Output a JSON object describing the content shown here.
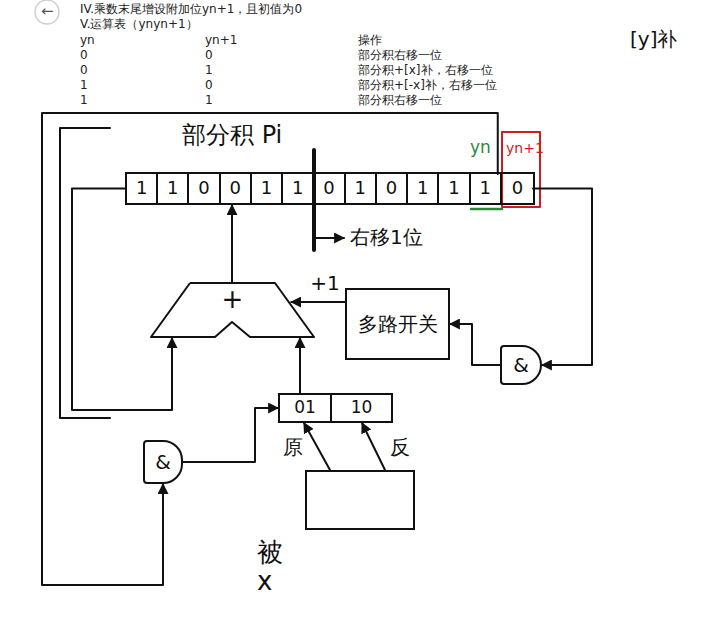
{
  "diagram": {
    "nodes": [
      {
        "text": [
          "部分积 Pi"
        ]
      },
      {
        "text": [
          "1"
        ],
        "in": 0
      },
      {
        "text": [
          "1"
        ],
        "in": 0
      },
      {
        "text": [
          "0"
        ],
        "in": 0
      },
      {
        "text": [
          "0"
        ],
        "in": 0
      },
      {
        "text": [
          "1"
        ],
        "in": 0
      },
      {
        "text": [
          "1"
        ],
        "in": 0
      },
      {
        "text": [
          "0"
        ],
        "in": 0
      },
      {
        "text": [
          "1"
        ],
        "in": 0
      },
      {
        "text": [
          "0"
        ],
        "in": 0
      },
      {
        "text": [
          "1"
        ],
        "in": 0
      },
      {
        "text": [
          "1"
        ],
        "in": 0
      },
      {
        "text": [
          "1"
        ],
        "in": 0
      },
      {
        "text": [
          "0"
        ],
        "in": 0
      },
      {
        "text": [
          "+"
        ]
      },
      {
        "text": [
          "多路开关"
        ]
      },
      {
        "text": [
          "01",
          "10"
        ]
      },
      {
        "text": [
          "被 x"
        ]
      },
      {
        "text": [
          "&"
        ]
      },
      {
        "text": [
          "&"
        ]
      }
    ],
    "edges": [
      {
        "from": 14,
        "to": 0,
        "arrow": "to"
      },
      {
        "from": 16,
        "to": 14,
        "arrow": "to"
      },
      {
        "from": 15,
        "to": 14,
        "label": "+1",
        "arrow": "to"
      },
      {
        "from": 17,
        "to": 16,
        "label": "原",
        "arrow": "to"
      },
      {
        "from": 17,
        "to": 16,
        "label": "反",
        "arrow": "to"
      },
      {
        "from": 18,
        "to": 16,
        "arrow": "to"
      },
      {
        "from": 19,
        "to": 15,
        "arrow": "to"
      },
      {
        "from": 12,
        "to": 18,
        "arrow": "to"
      },
      {
        "from": 13,
        "to": 19,
        "arrow": "to"
      },
      {
        "from": 0,
        "to": 14,
        "arrow": "to"
      }
    ],
    "labels": [
      "←",
      "IV.乘数末尾增设附加位yn+1，且初值为0",
      "V.运算表（ynyn+1）",
      "yn",
      "yn+1",
      "操作",
      "0",
      "0",
      "部分积右移一位",
      "0",
      "1",
      "部分积+[x]补，右移一位",
      "1",
      "0",
      "部分积+[-x]补，右移一位",
      "1",
      "1",
      "部分积右移一位",
      "[y]补",
      "yn",
      "yn+1",
      "右移1位"
    ]
  }
}
